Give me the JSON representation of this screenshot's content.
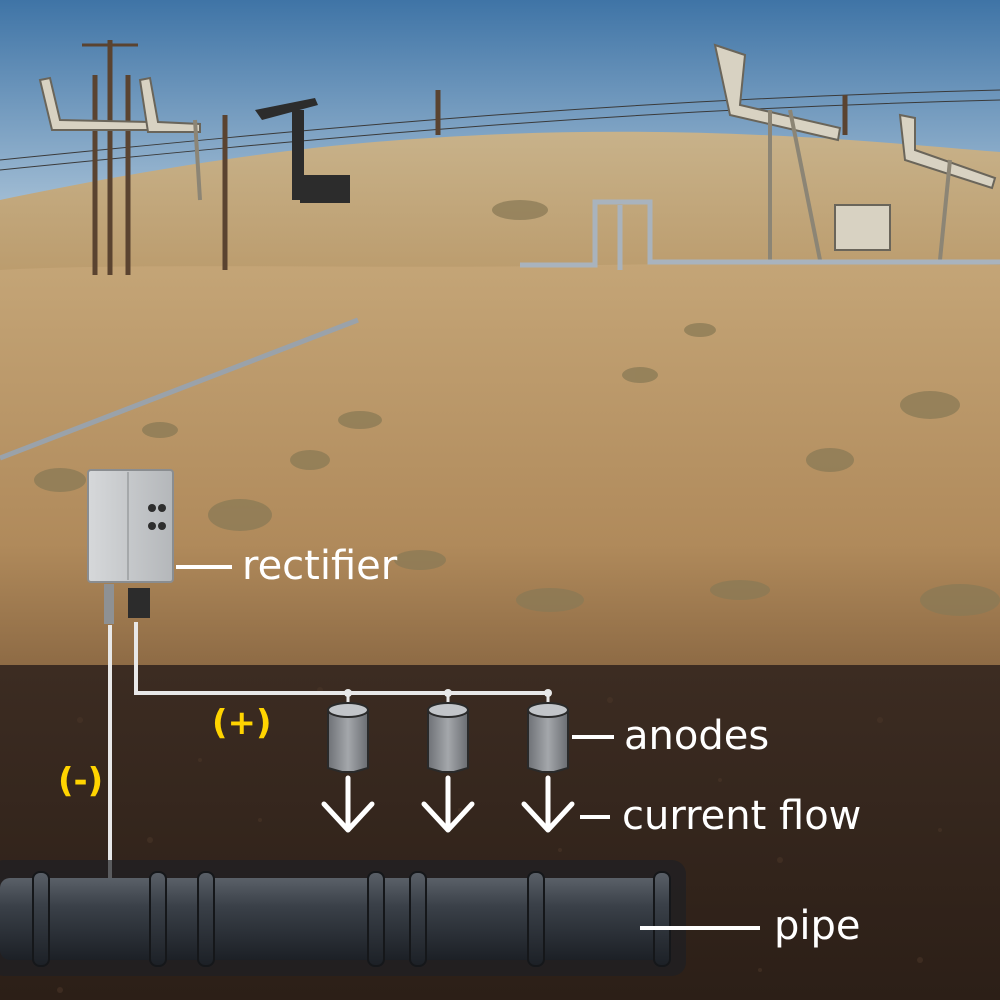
{
  "labels": {
    "rectifier": "rectifier",
    "anodes": "anodes",
    "current_flow": "current flow",
    "pipe": "pipe",
    "positive": "(+)",
    "negative": "(-)"
  },
  "colors": {
    "sky": "#5d8fb8",
    "hill": "#c9a878",
    "soil": "#3a2a20",
    "pipe": "#3a4048",
    "polarity": "#ffd400",
    "label": "#ffffff"
  }
}
